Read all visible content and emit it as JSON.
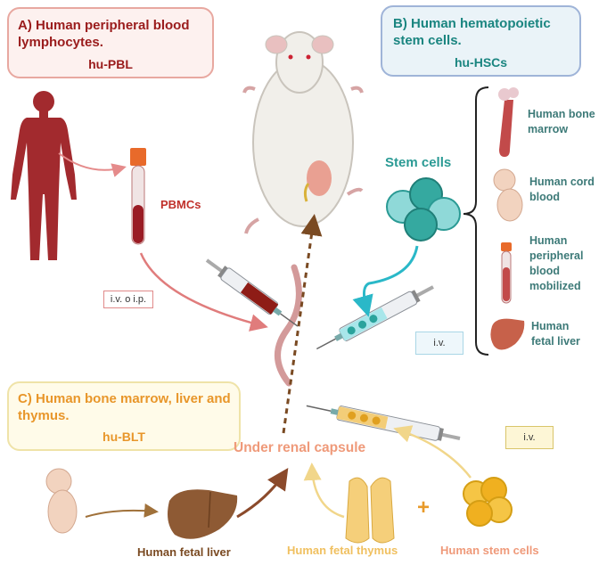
{
  "panel_a": {
    "title": "A) Human peripheral blood lymphocytes.",
    "subtitle": "hu-PBL"
  },
  "panel_b": {
    "title": "B) Human hematopoietic stem cells.",
    "subtitle": "hu-HSCs"
  },
  "panel_c": {
    "title": "C) Human bone marrow, liver and thymus.",
    "subtitle": "hu-BLT"
  },
  "labels": {
    "pbmcs": "PBMCs",
    "route_pbl": "i.v. o i.p.",
    "stem_cells": "Stem cells",
    "route_hsc": "i.v.",
    "route_blt": "i.v.",
    "under_renal_capsule": "Under renal capsule",
    "fetal_liver_c": "Human fetal liver",
    "fetal_thymus": "Human fetal thymus",
    "stem_cells_c": "Human stem cells",
    "plus": "+"
  },
  "stem_sources": [
    "Human bone marrow",
    "Human cord blood",
    "Human peripheral blood mobilized",
    "Human fetal liver"
  ],
  "colors": {
    "pbl": "#9a1c1c",
    "hsc": "#1a8580",
    "blt": "#e8962a",
    "liver": "#8b5a2b"
  }
}
